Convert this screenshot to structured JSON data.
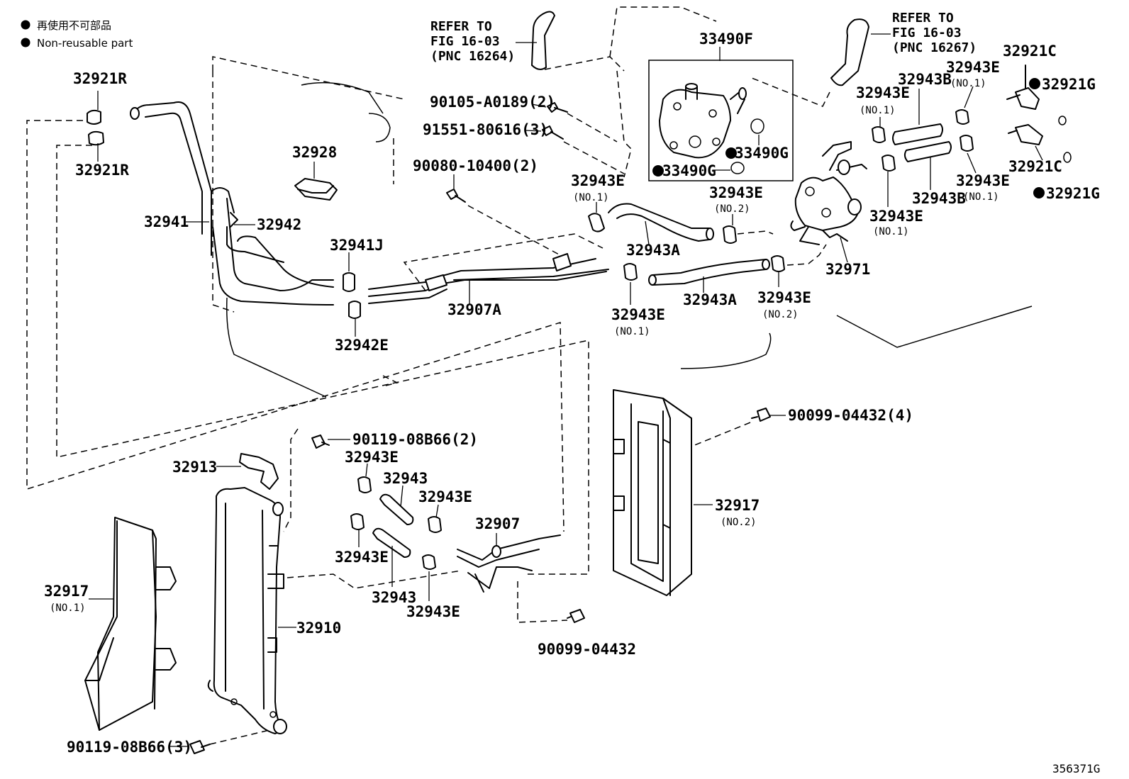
{
  "legend": {
    "japanese": "再使用不可部品",
    "english": "Non-reusable part"
  },
  "refer_notes": [
    {
      "line1": "REFER TO",
      "line2": "FIG 16-03",
      "line3": "(PNC 16264)"
    },
    {
      "line1": "REFER TO",
      "line2": "FIG 16-03",
      "line3": "(PNC 16267)"
    }
  ],
  "labels": [
    {
      "id": "p-32921R-a",
      "text": "32921R",
      "sub": ""
    },
    {
      "id": "p-32921R-b",
      "text": "32921R",
      "sub": ""
    },
    {
      "id": "p-32941",
      "text": "32941",
      "sub": ""
    },
    {
      "id": "p-32942",
      "text": "32942",
      "sub": ""
    },
    {
      "id": "p-32928",
      "text": "32928",
      "sub": ""
    },
    {
      "id": "p-90105",
      "text": "90105-A0189(2)",
      "sub": ""
    },
    {
      "id": "p-91551",
      "text": "91551-80616(3)",
      "sub": ""
    },
    {
      "id": "p-90080",
      "text": "90080-10400(2)",
      "sub": ""
    },
    {
      "id": "p-32941J",
      "text": "32941J",
      "sub": ""
    },
    {
      "id": "p-32942E",
      "text": "32942E",
      "sub": ""
    },
    {
      "id": "p-32907A",
      "text": "32907A",
      "sub": ""
    },
    {
      "id": "p-33490F",
      "text": "33490F",
      "sub": ""
    },
    {
      "id": "p-33490G-a",
      "text": "33490G",
      "sub": ""
    },
    {
      "id": "p-33490G-b",
      "text": "33490G",
      "sub": ""
    },
    {
      "id": "p-32943E-1",
      "text": "32943E",
      "sub": "(NO.1)"
    },
    {
      "id": "p-32943A-1",
      "text": "32943A",
      "sub": ""
    },
    {
      "id": "p-32943E-2",
      "text": "32943E",
      "sub": "(NO.2)"
    },
    {
      "id": "p-32943E-3",
      "text": "32943E",
      "sub": "(NO.1)"
    },
    {
      "id": "p-32943A-2",
      "text": "32943A",
      "sub": ""
    },
    {
      "id": "p-32943E-4",
      "text": "32943E",
      "sub": "(NO.2)"
    },
    {
      "id": "p-32971",
      "text": "32971",
      "sub": ""
    },
    {
      "id": "p-32943E-5",
      "text": "32943E",
      "sub": "(NO.1)"
    },
    {
      "id": "p-32943B-1",
      "text": "32943B",
      "sub": ""
    },
    {
      "id": "p-32943E-6",
      "text": "32943E",
      "sub": "(NO.1)"
    },
    {
      "id": "p-32943E-7",
      "text": "32943E",
      "sub": "(NO.1)"
    },
    {
      "id": "p-32943B-2",
      "text": "32943B",
      "sub": ""
    },
    {
      "id": "p-32943E-8",
      "text": "32943E",
      "sub": "(NO.1)"
    },
    {
      "id": "p-32921C-a",
      "text": "32921C",
      "sub": ""
    },
    {
      "id": "p-32921G-a",
      "text": "32921G",
      "sub": ""
    },
    {
      "id": "p-32921C-b",
      "text": "32921C",
      "sub": ""
    },
    {
      "id": "p-32921G-b",
      "text": "32921G",
      "sub": ""
    },
    {
      "id": "p-90119-a",
      "text": "90119-08B66(2)",
      "sub": ""
    },
    {
      "id": "p-32913",
      "text": "32913",
      "sub": ""
    },
    {
      "id": "p-32943E-9",
      "text": "32943E",
      "sub": ""
    },
    {
      "id": "p-32943-1",
      "text": "32943",
      "sub": ""
    },
    {
      "id": "p-32943E-10",
      "text": "32943E",
      "sub": ""
    },
    {
      "id": "p-32943E-11",
      "text": "32943E",
      "sub": ""
    },
    {
      "id": "p-32943-2",
      "text": "32943",
      "sub": ""
    },
    {
      "id": "p-32943E-12",
      "text": "32943E",
      "sub": ""
    },
    {
      "id": "p-32907",
      "text": "32907",
      "sub": ""
    },
    {
      "id": "p-90099-a",
      "text": "90099-04432(4)",
      "sub": ""
    },
    {
      "id": "p-90099-b",
      "text": "90099-04432",
      "sub": ""
    },
    {
      "id": "p-32917-2",
      "text": "32917",
      "sub": "(NO.2)"
    },
    {
      "id": "p-32917-1",
      "text": "32917",
      "sub": "(NO.1)"
    },
    {
      "id": "p-32910",
      "text": "32910",
      "sub": ""
    },
    {
      "id": "p-90119-b",
      "text": "90119-08B66(3)",
      "sub": ""
    }
  ],
  "figure_id": "356371G"
}
